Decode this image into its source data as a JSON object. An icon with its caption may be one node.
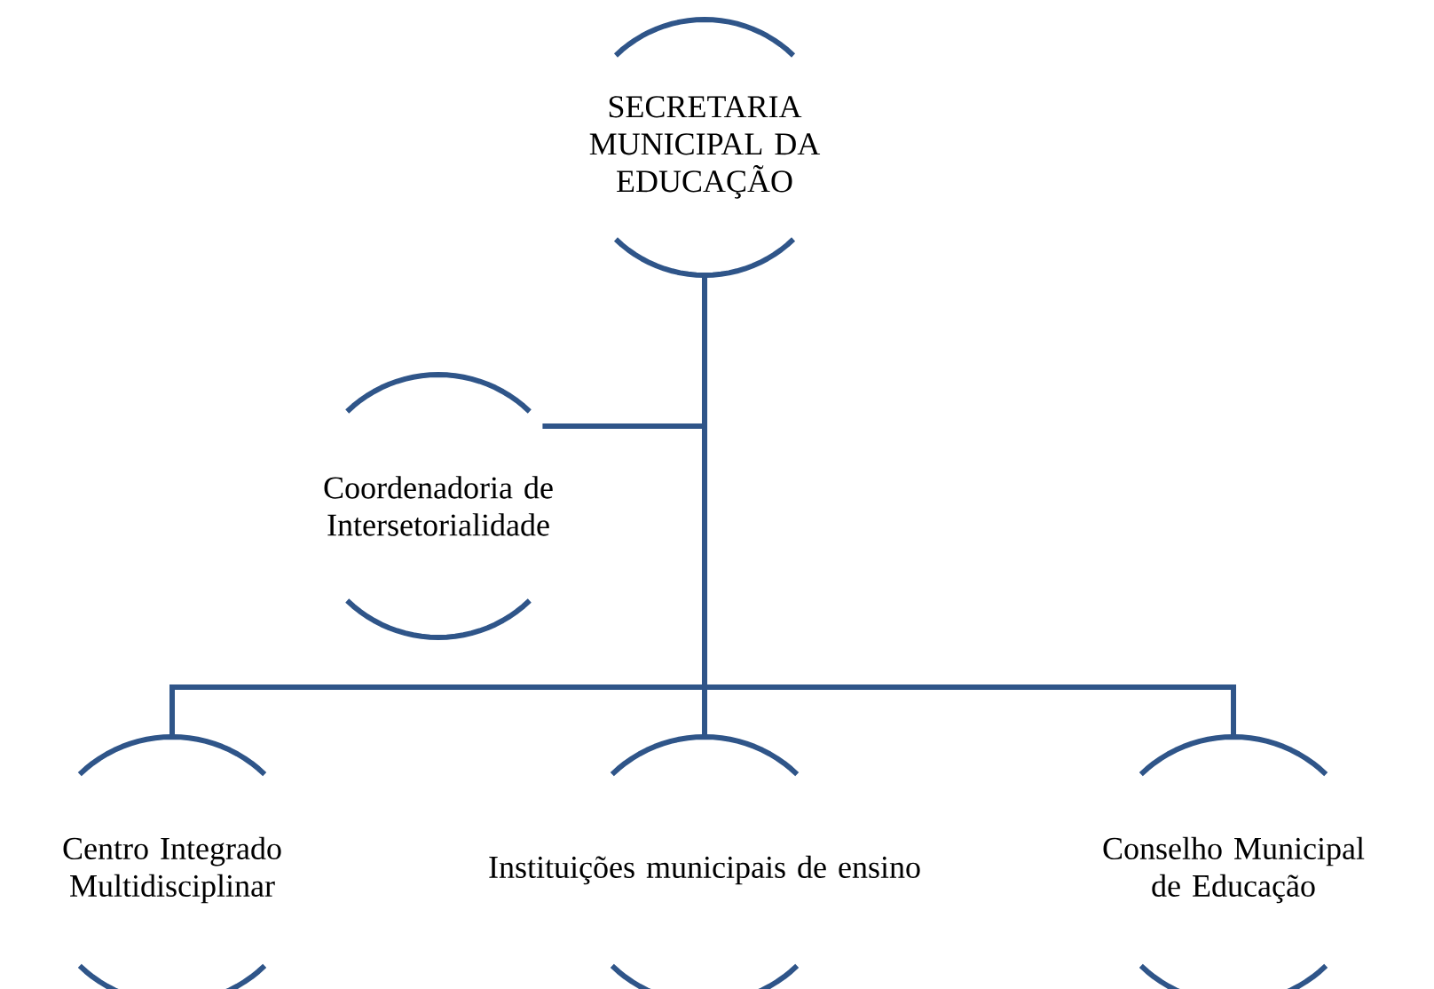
{
  "diagram": {
    "nodes": [
      {
        "text": [
          "SECRETARIA MUNICIPAL DA EDUCAÇÃO"
        ]
      },
      {
        "text": [
          "Coordenadoria de Intersetorialidade"
        ]
      },
      {
        "text": [
          "Centro Integrado Multidisciplinar"
        ]
      },
      {
        "text": [
          "Instituições municipais de ensino"
        ]
      },
      {
        "text": [
          "Conselho Municipal de Educação"
        ]
      }
    ],
    "edges": [
      {
        "from": 0,
        "to": 1,
        "arrow": "none"
      },
      {
        "from": 0,
        "to": 2,
        "arrow": "none"
      },
      {
        "from": 0,
        "to": 3,
        "arrow": "none"
      },
      {
        "from": 0,
        "to": 4,
        "arrow": "none"
      }
    ]
  }
}
